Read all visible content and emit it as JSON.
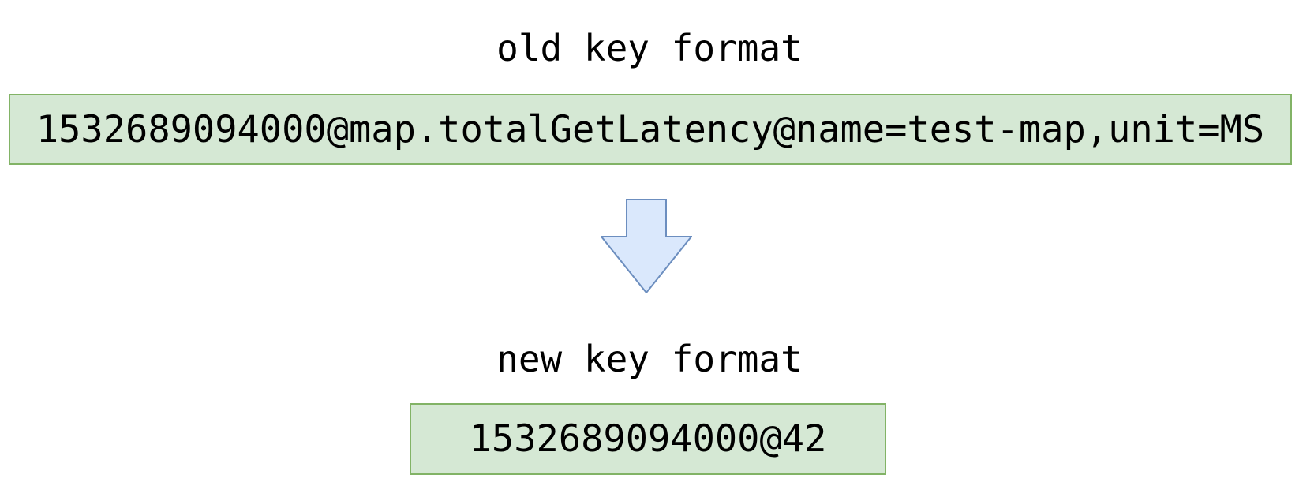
{
  "old_section": {
    "title": "old key format",
    "key": "1532689094000@map.totalGetLatency@name=test-map,unit=MS"
  },
  "arrow": {
    "icon": "down-arrow-icon",
    "fill": "#dae8fc",
    "stroke": "#6c8ebf"
  },
  "new_section": {
    "title": "new key format",
    "key": "1532689094000@42"
  },
  "colors": {
    "box_fill": "#d5e8d4",
    "box_stroke": "#82b366",
    "text": "#000000"
  }
}
